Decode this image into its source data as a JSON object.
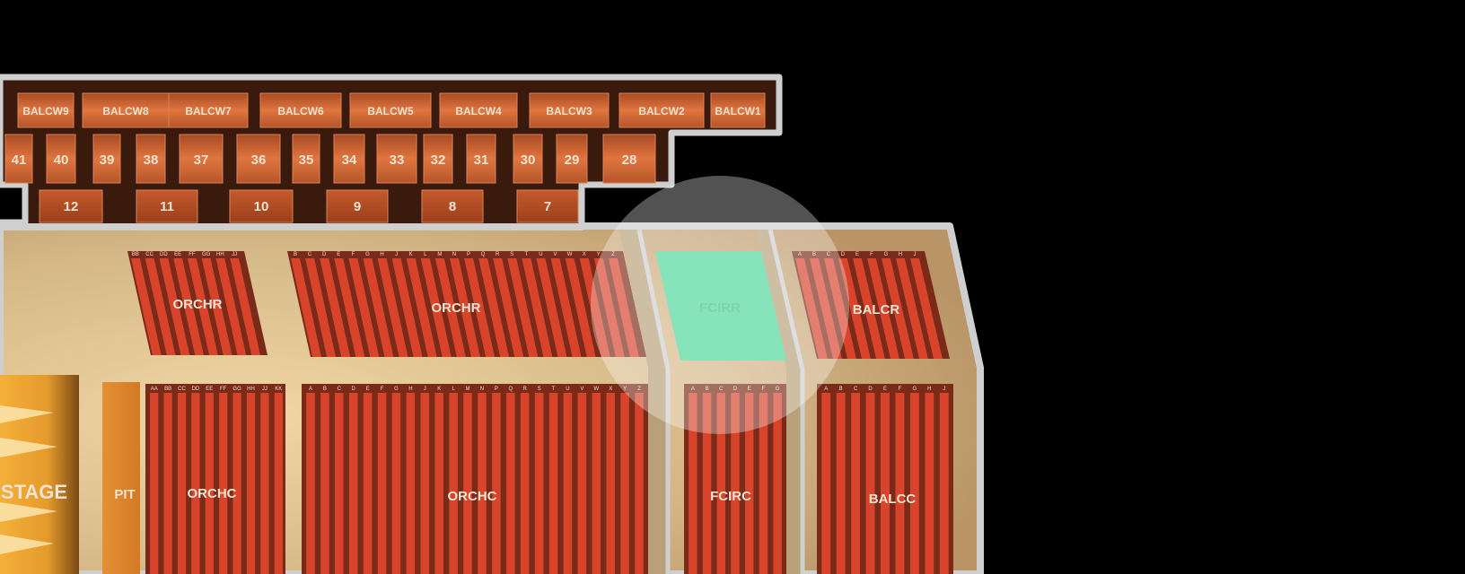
{
  "balcony_boxes": [
    "BALCW9",
    "BALCW8",
    "BALCW7",
    "BALCW6",
    "BALCW5",
    "BALCW4",
    "BALCW3",
    "BALCW2",
    "BALCW1"
  ],
  "upper_boxes": [
    "41",
    "40",
    "39",
    "38",
    "37",
    "36",
    "35",
    "34",
    "33",
    "32",
    "31",
    "30",
    "29",
    "28"
  ],
  "lower_boxes": [
    "12",
    "11",
    "10",
    "9",
    "8",
    "7"
  ],
  "sections": {
    "orchr_left": "ORCHR",
    "orchr_main": "ORCHR",
    "fcirr": "FCIRR",
    "balcr": "BALCR",
    "pit": "PIT",
    "orchc_left": "ORCHC",
    "orchc_main": "ORCHC",
    "fcirc": "FCIRC",
    "balcc": "BALCC",
    "stage": "STAGE"
  },
  "rows": {
    "orchr_left": [
      "BB",
      "CC",
      "DD",
      "EE",
      "FF",
      "GG",
      "HH",
      "JJ"
    ],
    "orchr_main": [
      "B",
      "C",
      "D",
      "E",
      "F",
      "G",
      "H",
      "J",
      "K",
      "L",
      "M",
      "N",
      "P",
      "Q",
      "R",
      "S",
      "T",
      "U",
      "V",
      "W",
      "X",
      "Y",
      "Z"
    ],
    "balcr": [
      "A",
      "B",
      "C",
      "D",
      "E",
      "F",
      "G",
      "H",
      "J"
    ],
    "orchc_left": [
      "AA",
      "BB",
      "CC",
      "DD",
      "EE",
      "FF",
      "GG",
      "HH",
      "JJ",
      "KK"
    ],
    "orchc_main": [
      "A",
      "B",
      "C",
      "D",
      "E",
      "F",
      "G",
      "H",
      "J",
      "K",
      "L",
      "M",
      "N",
      "P",
      "Q",
      "R",
      "S",
      "T",
      "U",
      "V",
      "W",
      "X",
      "Y",
      "Z"
    ],
    "fcirc": [
      "A",
      "B",
      "C",
      "D",
      "E",
      "F",
      "G"
    ],
    "balcc": [
      "A",
      "B",
      "C",
      "D",
      "E",
      "F",
      "G",
      "H",
      "J"
    ]
  },
  "colors": {
    "background": "#000000",
    "seat": "#d8432c",
    "highlight": "#4fd89a",
    "border": "#c9c9c9",
    "floor": "#d8b98a"
  }
}
